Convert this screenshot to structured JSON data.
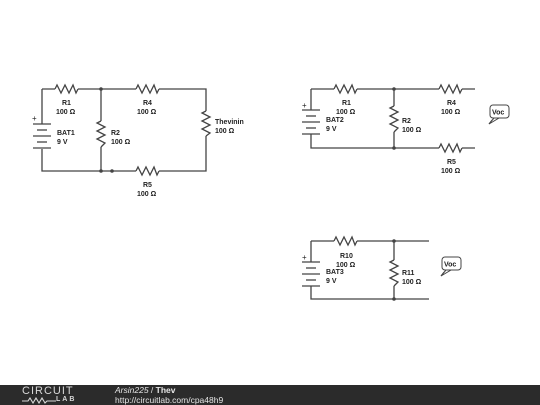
{
  "circuit1": {
    "bat1": {
      "name": "BAT1",
      "value": "9 V",
      "plus": "+"
    },
    "r1": {
      "name": "R1",
      "value": "100 Ω"
    },
    "r4": {
      "name": "R4",
      "value": "100 Ω"
    },
    "r2": {
      "name": "R2",
      "value": "100 Ω"
    },
    "r5": {
      "name": "R5",
      "value": "100 Ω"
    },
    "thev": {
      "name": "Thevinin",
      "value": "100 Ω"
    }
  },
  "circuit2": {
    "bat2": {
      "name": "BAT2",
      "value": "9 V",
      "plus": "+"
    },
    "r1": {
      "name": "R1",
      "value": "100 Ω"
    },
    "r2": {
      "name": "R2",
      "value": "100 Ω"
    },
    "r4": {
      "name": "R4",
      "value": "100 Ω"
    },
    "r5": {
      "name": "R5",
      "value": "100 Ω"
    },
    "voc": "Voc"
  },
  "circuit3": {
    "bat3": {
      "name": "BAT3",
      "value": "9 V",
      "plus": "+"
    },
    "r10": {
      "name": "R10",
      "value": "100 Ω"
    },
    "r11": {
      "name": "R11",
      "value": "100 Ω"
    },
    "voc": "Voc"
  },
  "footer": {
    "logo_top": "CIRCUIT",
    "logo_bottom": "LAB",
    "author": "Arsin225",
    "separator": " / ",
    "title": "Thev",
    "url": "http://circuitlab.com/cpa48h9"
  }
}
